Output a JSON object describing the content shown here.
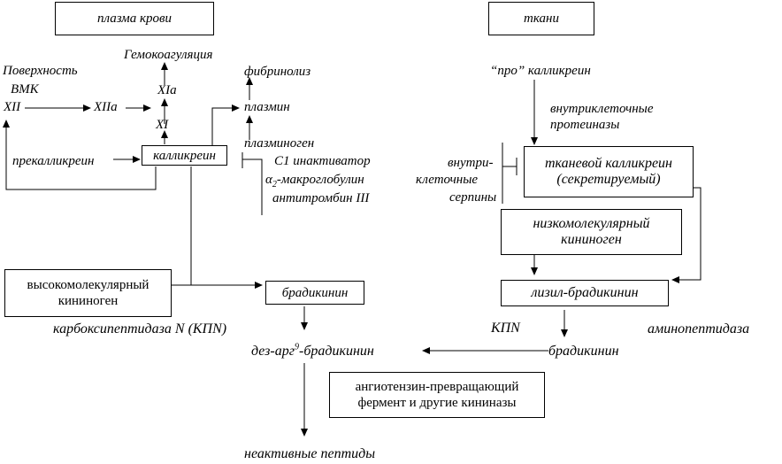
{
  "plasma_header": "плазма крови",
  "tissue_header": "ткани",
  "surface": "Поверхность",
  "vmk": "ВМК",
  "xii": "XII",
  "xiia": "XIIa",
  "xi": "XI",
  "xia": "XIa",
  "hemocoagulation": "Гемокоагуляция",
  "fibrinolysis": "фибринолиз",
  "plasmin": "плазмин",
  "plasminogen": "плазминоген",
  "prekallikrein": "прекалликреин",
  "kallikrein": "калликреин",
  "inhibitors": {
    "c1_inactivator": "C1 инактиватор",
    "alpha2_prefix": "α",
    "alpha2_sub": "2",
    "alpha2_rest": "-макроглобулин",
    "antithrombin": "антитромбин III"
  },
  "hmw_kininogen": {
    "line1": "высокомолекулярный",
    "line2": "кининоген"
  },
  "bradykinin_box": "брадикинин",
  "carboxypeptidase": "карбоксипептидаза N (КПN)",
  "des_arg_prefix": "дез-арг",
  "des_arg_sup": "9",
  "des_arg_suffix": "-брадикинин",
  "ace_box": {
    "line1": "ангиотензин-превращающий",
    "line2": "фермент и другие кининазы"
  },
  "inactive_peptides": "неактивные пептиды",
  "prokallikrein": "“про” калликреин",
  "intracellular_proteinases": {
    "line1": "внутриклеточные",
    "line2": "протеиназы"
  },
  "intracellular_serpins": {
    "line1": "внутри-",
    "line2": "клеточные",
    "line3": "серпины"
  },
  "tissue_kallikrein": {
    "line1": "тканевой калликреин",
    "line2": "(секретируемый)"
  },
  "lmw_kininogen": {
    "line1": "низкомолекулярный",
    "line2": "кининоген"
  },
  "lysyl_bradykinin": "лизил-брадикинин",
  "kpn": "КПN",
  "aminopeptidase": "аминопептидаза",
  "bradykinin": "брадикинин",
  "colors": {
    "ink": "#000000",
    "background": "#ffffff"
  }
}
